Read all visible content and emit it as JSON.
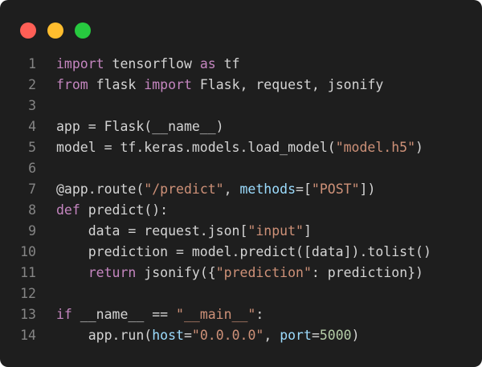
{
  "window": {
    "controls": [
      {
        "name": "close",
        "color": "#ff5f56"
      },
      {
        "name": "minimize",
        "color": "#ffbd2e"
      },
      {
        "name": "maximize",
        "color": "#27c93f"
      }
    ]
  },
  "code": {
    "lines": [
      {
        "number": "1",
        "tokens": [
          {
            "t": "kw",
            "v": "import"
          },
          {
            "t": "plain",
            "v": " tensorflow "
          },
          {
            "t": "kw",
            "v": "as"
          },
          {
            "t": "plain",
            "v": " tf"
          }
        ]
      },
      {
        "number": "2",
        "tokens": [
          {
            "t": "kw",
            "v": "from"
          },
          {
            "t": "plain",
            "v": " flask "
          },
          {
            "t": "kw",
            "v": "import"
          },
          {
            "t": "plain",
            "v": " Flask, request, jsonify"
          }
        ]
      },
      {
        "number": "3",
        "tokens": []
      },
      {
        "number": "4",
        "tokens": [
          {
            "t": "plain",
            "v": "app = Flask(__name__)"
          }
        ]
      },
      {
        "number": "5",
        "tokens": [
          {
            "t": "plain",
            "v": "model = tf.keras.models.load_model("
          },
          {
            "t": "str",
            "v": "\"model.h5\""
          },
          {
            "t": "plain",
            "v": ")"
          }
        ]
      },
      {
        "number": "6",
        "tokens": []
      },
      {
        "number": "7",
        "tokens": [
          {
            "t": "plain",
            "v": "@app.route("
          },
          {
            "t": "str",
            "v": "\"/predict\""
          },
          {
            "t": "plain",
            "v": ", "
          },
          {
            "t": "param",
            "v": "methods"
          },
          {
            "t": "plain",
            "v": "=["
          },
          {
            "t": "str",
            "v": "\"POST\""
          },
          {
            "t": "plain",
            "v": "])"
          }
        ]
      },
      {
        "number": "8",
        "tokens": [
          {
            "t": "kw",
            "v": "def"
          },
          {
            "t": "plain",
            "v": " predict():"
          }
        ]
      },
      {
        "number": "9",
        "tokens": [
          {
            "t": "plain",
            "v": "    data = request.json["
          },
          {
            "t": "str",
            "v": "\"input\""
          },
          {
            "t": "plain",
            "v": "]"
          }
        ]
      },
      {
        "number": "10",
        "tokens": [
          {
            "t": "plain",
            "v": "    prediction = model.predict([data]).tolist()"
          }
        ]
      },
      {
        "number": "11",
        "tokens": [
          {
            "t": "plain",
            "v": "    "
          },
          {
            "t": "kw",
            "v": "return"
          },
          {
            "t": "plain",
            "v": " jsonify({"
          },
          {
            "t": "str",
            "v": "\"prediction\""
          },
          {
            "t": "plain",
            "v": ": prediction})"
          }
        ]
      },
      {
        "number": "12",
        "tokens": []
      },
      {
        "number": "13",
        "tokens": [
          {
            "t": "kw",
            "v": "if"
          },
          {
            "t": "plain",
            "v": " __name__ == "
          },
          {
            "t": "str",
            "v": "\"__main__\""
          },
          {
            "t": "plain",
            "v": ":"
          }
        ]
      },
      {
        "number": "14",
        "tokens": [
          {
            "t": "plain",
            "v": "    app.run("
          },
          {
            "t": "param",
            "v": "host"
          },
          {
            "t": "plain",
            "v": "="
          },
          {
            "t": "str",
            "v": "\"0.0.0.0\""
          },
          {
            "t": "plain",
            "v": ", "
          },
          {
            "t": "param",
            "v": "port"
          },
          {
            "t": "plain",
            "v": "="
          },
          {
            "t": "num",
            "v": "5000"
          },
          {
            "t": "plain",
            "v": ")"
          }
        ]
      }
    ]
  }
}
